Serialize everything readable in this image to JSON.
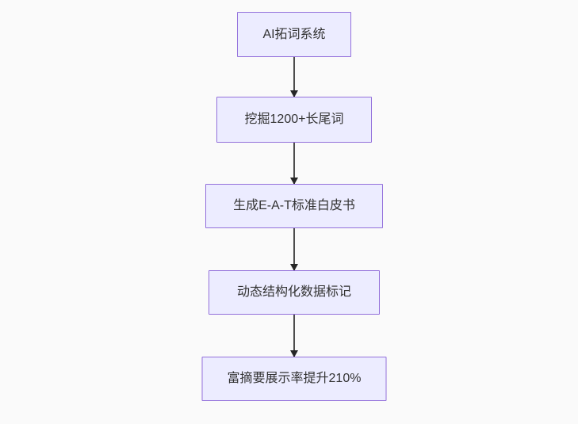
{
  "flowchart": {
    "type": "vertical-flow",
    "nodes": [
      {
        "label": "AI拓词系统"
      },
      {
        "label": "挖掘1200+长尾词"
      },
      {
        "label": "生成E-A-T标准白皮书"
      },
      {
        "label": "动态结构化数据标记"
      },
      {
        "label": "富摘要展示率提升210%"
      }
    ],
    "connectors": [
      {
        "from": 0,
        "to": 1,
        "style": "arrow-down"
      },
      {
        "from": 1,
        "to": 2,
        "style": "arrow-down"
      },
      {
        "from": 2,
        "to": 3,
        "style": "arrow-down"
      },
      {
        "from": 3,
        "to": 4,
        "style": "arrow-down"
      }
    ],
    "colors": {
      "node_fill": "#ececff",
      "node_border": "#9370db",
      "node_text": "#333333",
      "arrow_line": "#4d4d4d",
      "arrow_head": "#262626",
      "background": "#fafafa"
    }
  }
}
